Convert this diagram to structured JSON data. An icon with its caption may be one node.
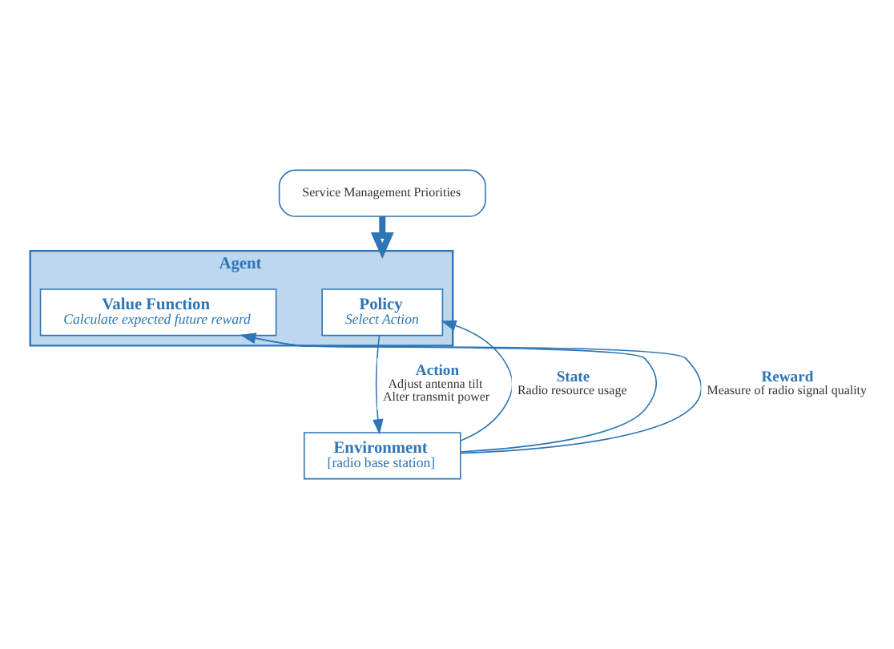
{
  "diagram": {
    "nodes": [
      {
        "text": [
          "Service Management Priorities"
        ]
      },
      {
        "text": [
          "Agent"
        ]
      },
      {
        "text": [
          "Policy",
          "Select Action"
        ],
        "in": 1
      },
      {
        "text": [
          "Value Function",
          "Calculate expected future reward"
        ],
        "in": 1
      },
      {
        "text": [
          "Environment",
          "[radio base station]"
        ]
      }
    ],
    "edges": [
      {
        "from": 0,
        "to": 1,
        "arrow": "to",
        "style": "thick"
      },
      {
        "from": 2,
        "to": 4,
        "arrow": "to",
        "label": "Action"
      },
      {
        "from": 4,
        "to": 2,
        "arrow": "to",
        "label": "State"
      },
      {
        "from": 4,
        "to": 3,
        "arrow": "to"
      },
      {
        "from": 4,
        "to": 3,
        "arrow": "to",
        "label": "Reward"
      }
    ],
    "labels": [
      "Radio resource usage",
      "Adjust antenna tilt",
      "Alter transmit power",
      "Measure of radio signal quality"
    ]
  }
}
